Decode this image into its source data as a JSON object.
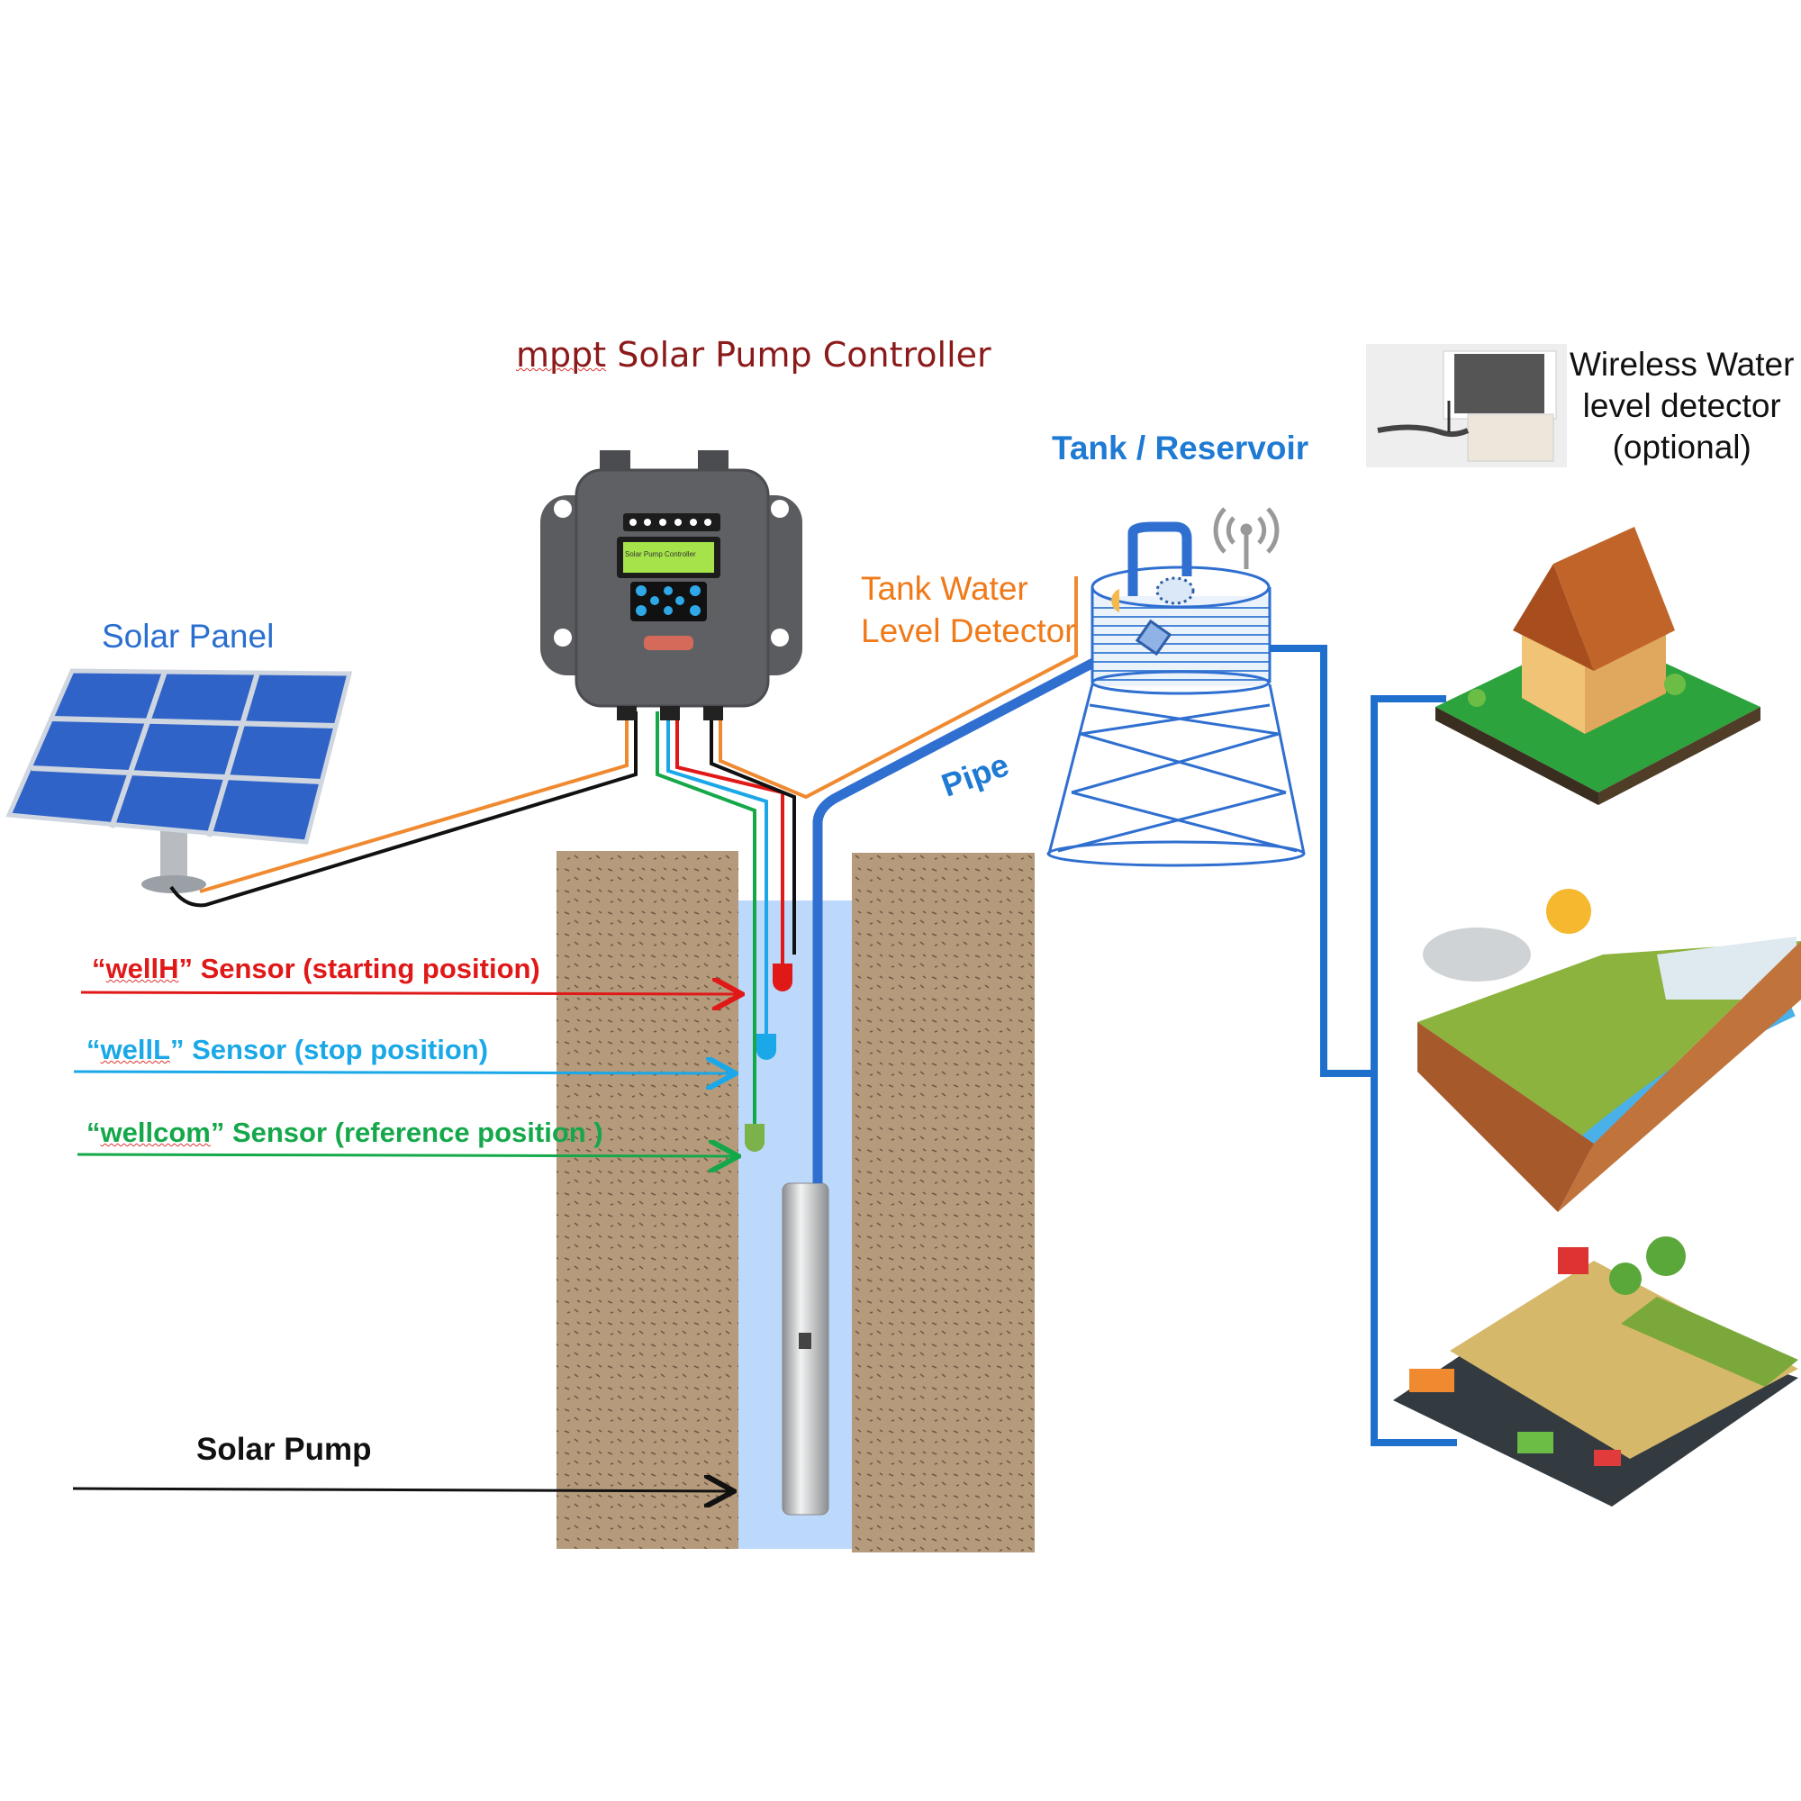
{
  "title": {
    "prefix": "mppt",
    "rest": " Solar Pump Controller"
  },
  "controller": {
    "screen_text": "Solar Pump Controller"
  },
  "labels": {
    "solar_panel": "Solar Panel",
    "tank_reservoir": "Tank / Reservoir",
    "tank_detector_line1": "Tank Water",
    "tank_detector_line2": "Level Detector",
    "pipe": "Pipe",
    "wireless_line1": "Wireless Water",
    "wireless_line2": "level detector",
    "wireless_line3": "(optional)",
    "solar_pump": "Solar Pump"
  },
  "sensors": [
    {
      "quote_open": "“",
      "name": "wellH",
      "rest": "” Sensor (starting position)",
      "color": "#e01818"
    },
    {
      "quote_open": "“",
      "name": "wellL",
      "rest": "” Sensor (stop position)",
      "color": "#1aa8e8"
    },
    {
      "quote_open": "“",
      "name": "wellcom",
      "rest": "” Sensor (reference position )",
      "color": "#15a84a"
    }
  ],
  "colors": {
    "pipe": "#2f6fd0",
    "soil": "#b59a7c",
    "water": "#bcd8fb",
    "controller": "#55575a",
    "cable_orange": "#f08a30"
  }
}
